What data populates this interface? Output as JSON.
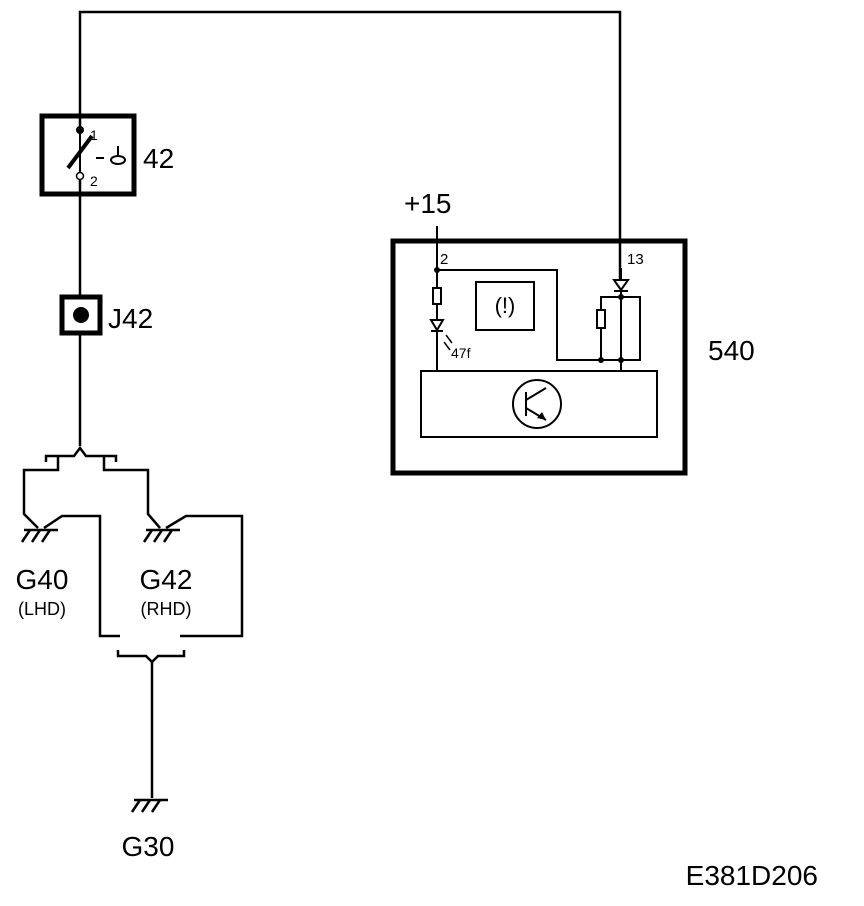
{
  "components": {
    "switch": {
      "id": "42",
      "pin1": "1",
      "pin2": "2"
    },
    "connector": {
      "id": "J42"
    },
    "instrument": {
      "id": "540",
      "supply": "+15",
      "pin_left": "2",
      "pin_right": "13",
      "lamp": "47f",
      "warning_symbol": "(!)"
    },
    "grounds": {
      "g40": {
        "id": "G40",
        "note": "(LHD)"
      },
      "g42": {
        "id": "G42",
        "note": "(RHD)"
      },
      "g30": {
        "id": "G30"
      }
    }
  },
  "diagram_code": "E381D206",
  "colors": {
    "line": "#000000",
    "background": "#ffffff"
  }
}
